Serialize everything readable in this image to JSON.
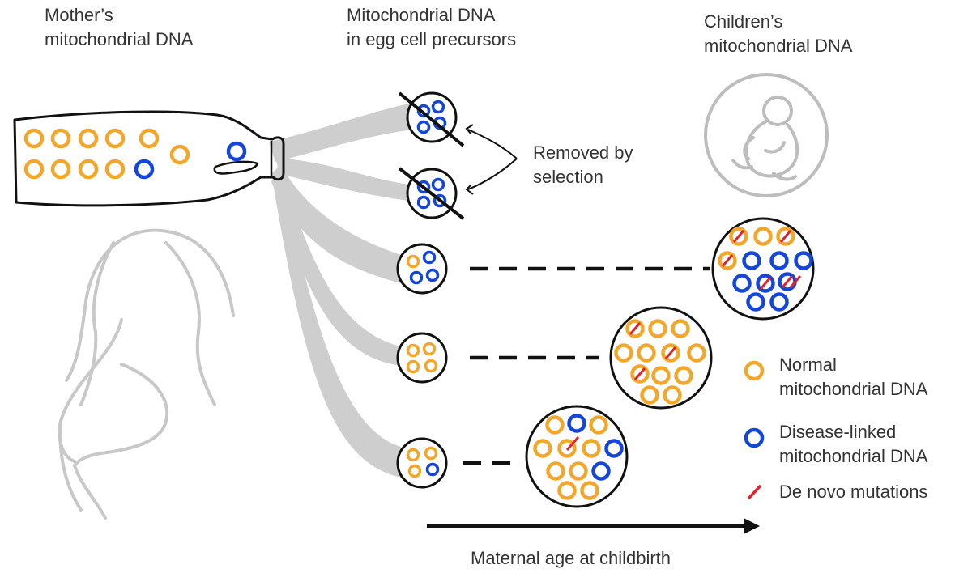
{
  "headers": {
    "mother": [
      "Mother’s",
      "mitochondrial DNA"
    ],
    "egg": [
      "Mitochondrial DNA",
      "in egg cell precursors"
    ],
    "children": [
      "Children’s",
      "mitochondrial DNA"
    ]
  },
  "annotation": [
    "Removed by",
    "selection"
  ],
  "axis_label": "Maternal age at childbirth",
  "legend": [
    {
      "kind": "normal",
      "lines": [
        "Normal",
        "mitochondrial DNA"
      ]
    },
    {
      "kind": "disease",
      "lines": [
        "Disease-linked",
        "mitochondrial DNA"
      ]
    },
    {
      "kind": "mutation",
      "lines": [
        "De novo mutations"
      ]
    }
  ],
  "colors": {
    "normal": "#F2A72A",
    "disease": "#1447D9",
    "mutation": "#E0242A",
    "stream": "#CECECE",
    "sketch": "#C8C8C8",
    "outline": "#111111",
    "text": "#333333"
  },
  "icons": [
    "bottle-icon",
    "pregnant-woman-icon",
    "fetus-icon",
    "arrow-icon"
  ]
}
